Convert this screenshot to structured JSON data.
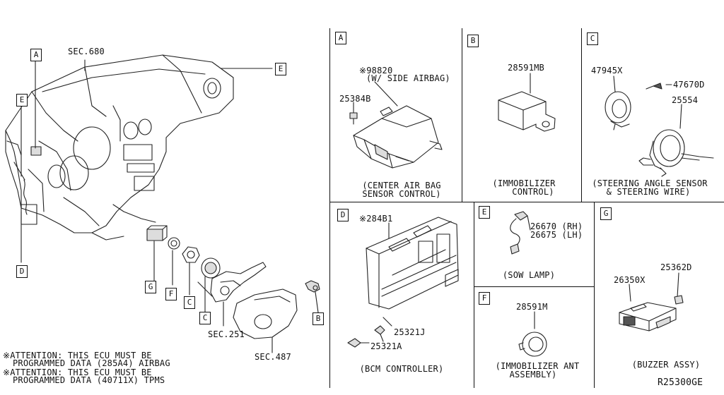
{
  "main_view": {
    "sec_680": "SEC.680",
    "sec_251": "SEC.251",
    "sec_487": "SEC.487",
    "callouts": [
      "A",
      "E",
      "D",
      "G",
      "F",
      "C",
      "C",
      "B",
      "E"
    ]
  },
  "attention": {
    "line1": "※ATTENTION: THIS ECU MUST BE",
    "line2": "PROGRAMMED DATA (285A4) AIRBAG",
    "line3": "※ATTENTION: THIS ECU MUST BE",
    "line4": "PROGRAMMED DATA (40711X) TPMS"
  },
  "panels": {
    "A": {
      "label": "A",
      "part1": "※98820",
      "part1_note": "(W/ SIDE AIRBAG)",
      "part2": "25384B",
      "caption1": "(CENTER AIR BAG",
      "caption2": "SENSOR CONTROL)"
    },
    "B": {
      "label": "B",
      "part1": "28591MB",
      "caption1": "(IMMOBILIZER",
      "caption2": "CONTROL)"
    },
    "C": {
      "label": "C",
      "part1": "47945X",
      "part2": "47670D",
      "part3": "25554",
      "caption1": "(STEERING ANGLE SENSOR",
      "caption2": "& STEERING WIRE)"
    },
    "D": {
      "label": "D",
      "part1": "※284B1",
      "part2": "25321J",
      "part3": "25321A",
      "caption1": "(BCM CONTROLLER)"
    },
    "E": {
      "label": "E",
      "part1": "26670 (RH)",
      "part2": "26675 (LH)",
      "caption1": "(SOW LAMP)"
    },
    "F": {
      "label": "F",
      "part1": "28591M",
      "caption1": "(IMMOBILIZER ANT",
      "caption2": "ASSEMBLY)"
    },
    "G": {
      "label": "G",
      "part1": "26350X",
      "part2": "25362D",
      "caption1": "(BUZZER ASSY)"
    }
  },
  "diagram_code": "R25300GE"
}
